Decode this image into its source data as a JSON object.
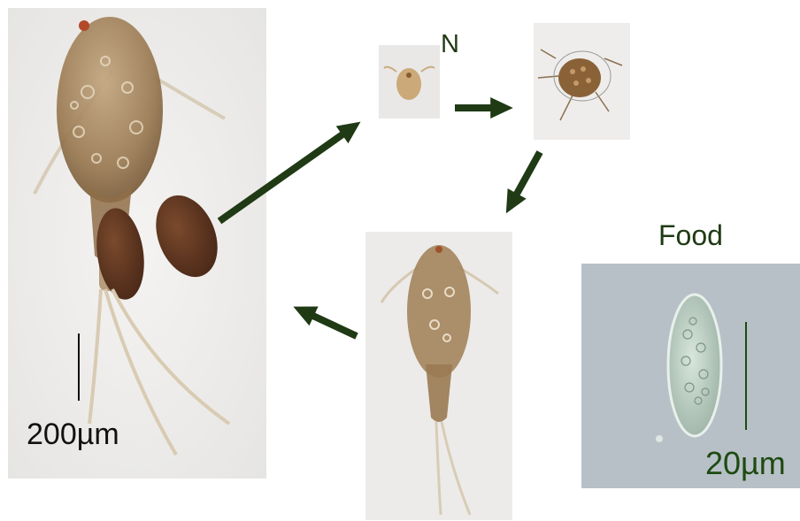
{
  "labels": {
    "nauplius": "N",
    "food": "Food",
    "scale_adult": "200µm",
    "scale_food": "20µm"
  },
  "colors": {
    "arrow": "#1f3a14",
    "label_text": "#1f3a14",
    "scale_adult": "#111111",
    "scale_food": "#1e4a12",
    "specimen_brown": "#8a6a45",
    "egg_sac": "#5a3420",
    "photo_background": "#efefef",
    "food_background": "#b7c0c6",
    "food_cell": "#cfe0d6"
  }
}
